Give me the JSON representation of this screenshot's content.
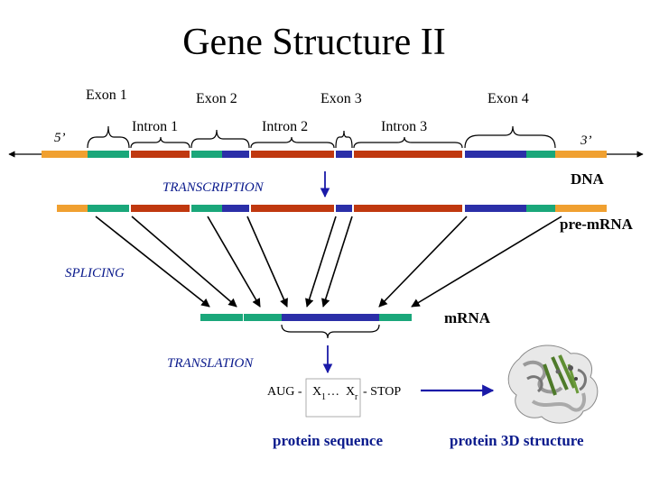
{
  "title": "Gene Structure II",
  "exons": {
    "e1": "Exon 1",
    "e2": "Exon 2",
    "e3": "Exon 3",
    "e4": "Exon 4"
  },
  "introns": {
    "i1": "Intron 1",
    "i2": "Intron 2",
    "i3": "Intron 3"
  },
  "ends": {
    "five": "5’",
    "three": "3’"
  },
  "labels": {
    "dna": "DNA",
    "pre_mrna": "pre-mRNA",
    "mrna": "mRNA",
    "transcription": "TRANSCRIPTION",
    "splicing": "SPLICING",
    "translation": "TRANSLATION"
  },
  "sequence": {
    "aug": "AUG -",
    "x1": "X",
    "sub1": "1",
    "dots": "…",
    "xr": "X",
    "subr": "r",
    "stop": "- STOP"
  },
  "captions": {
    "protein_sequence": "protein sequence",
    "protein_structure": "protein 3D structure"
  },
  "colors": {
    "exon": "#1aa77a",
    "intron": "#c0380f",
    "coding_blue": "#2b2fa8",
    "utr": "#f0a030",
    "arrow_blue": "#1a1aa8",
    "backbone": "#c84a20"
  }
}
